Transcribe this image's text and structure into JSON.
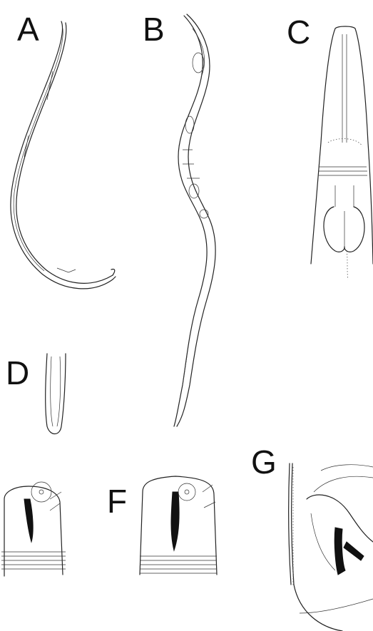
{
  "panels": {
    "A": {
      "label": "A"
    },
    "B": {
      "label": "B"
    },
    "C": {
      "label": "C"
    },
    "D": {
      "label": "D"
    },
    "E": {
      "label": ""
    },
    "F": {
      "label": "F"
    },
    "G": {
      "label": "G"
    }
  }
}
